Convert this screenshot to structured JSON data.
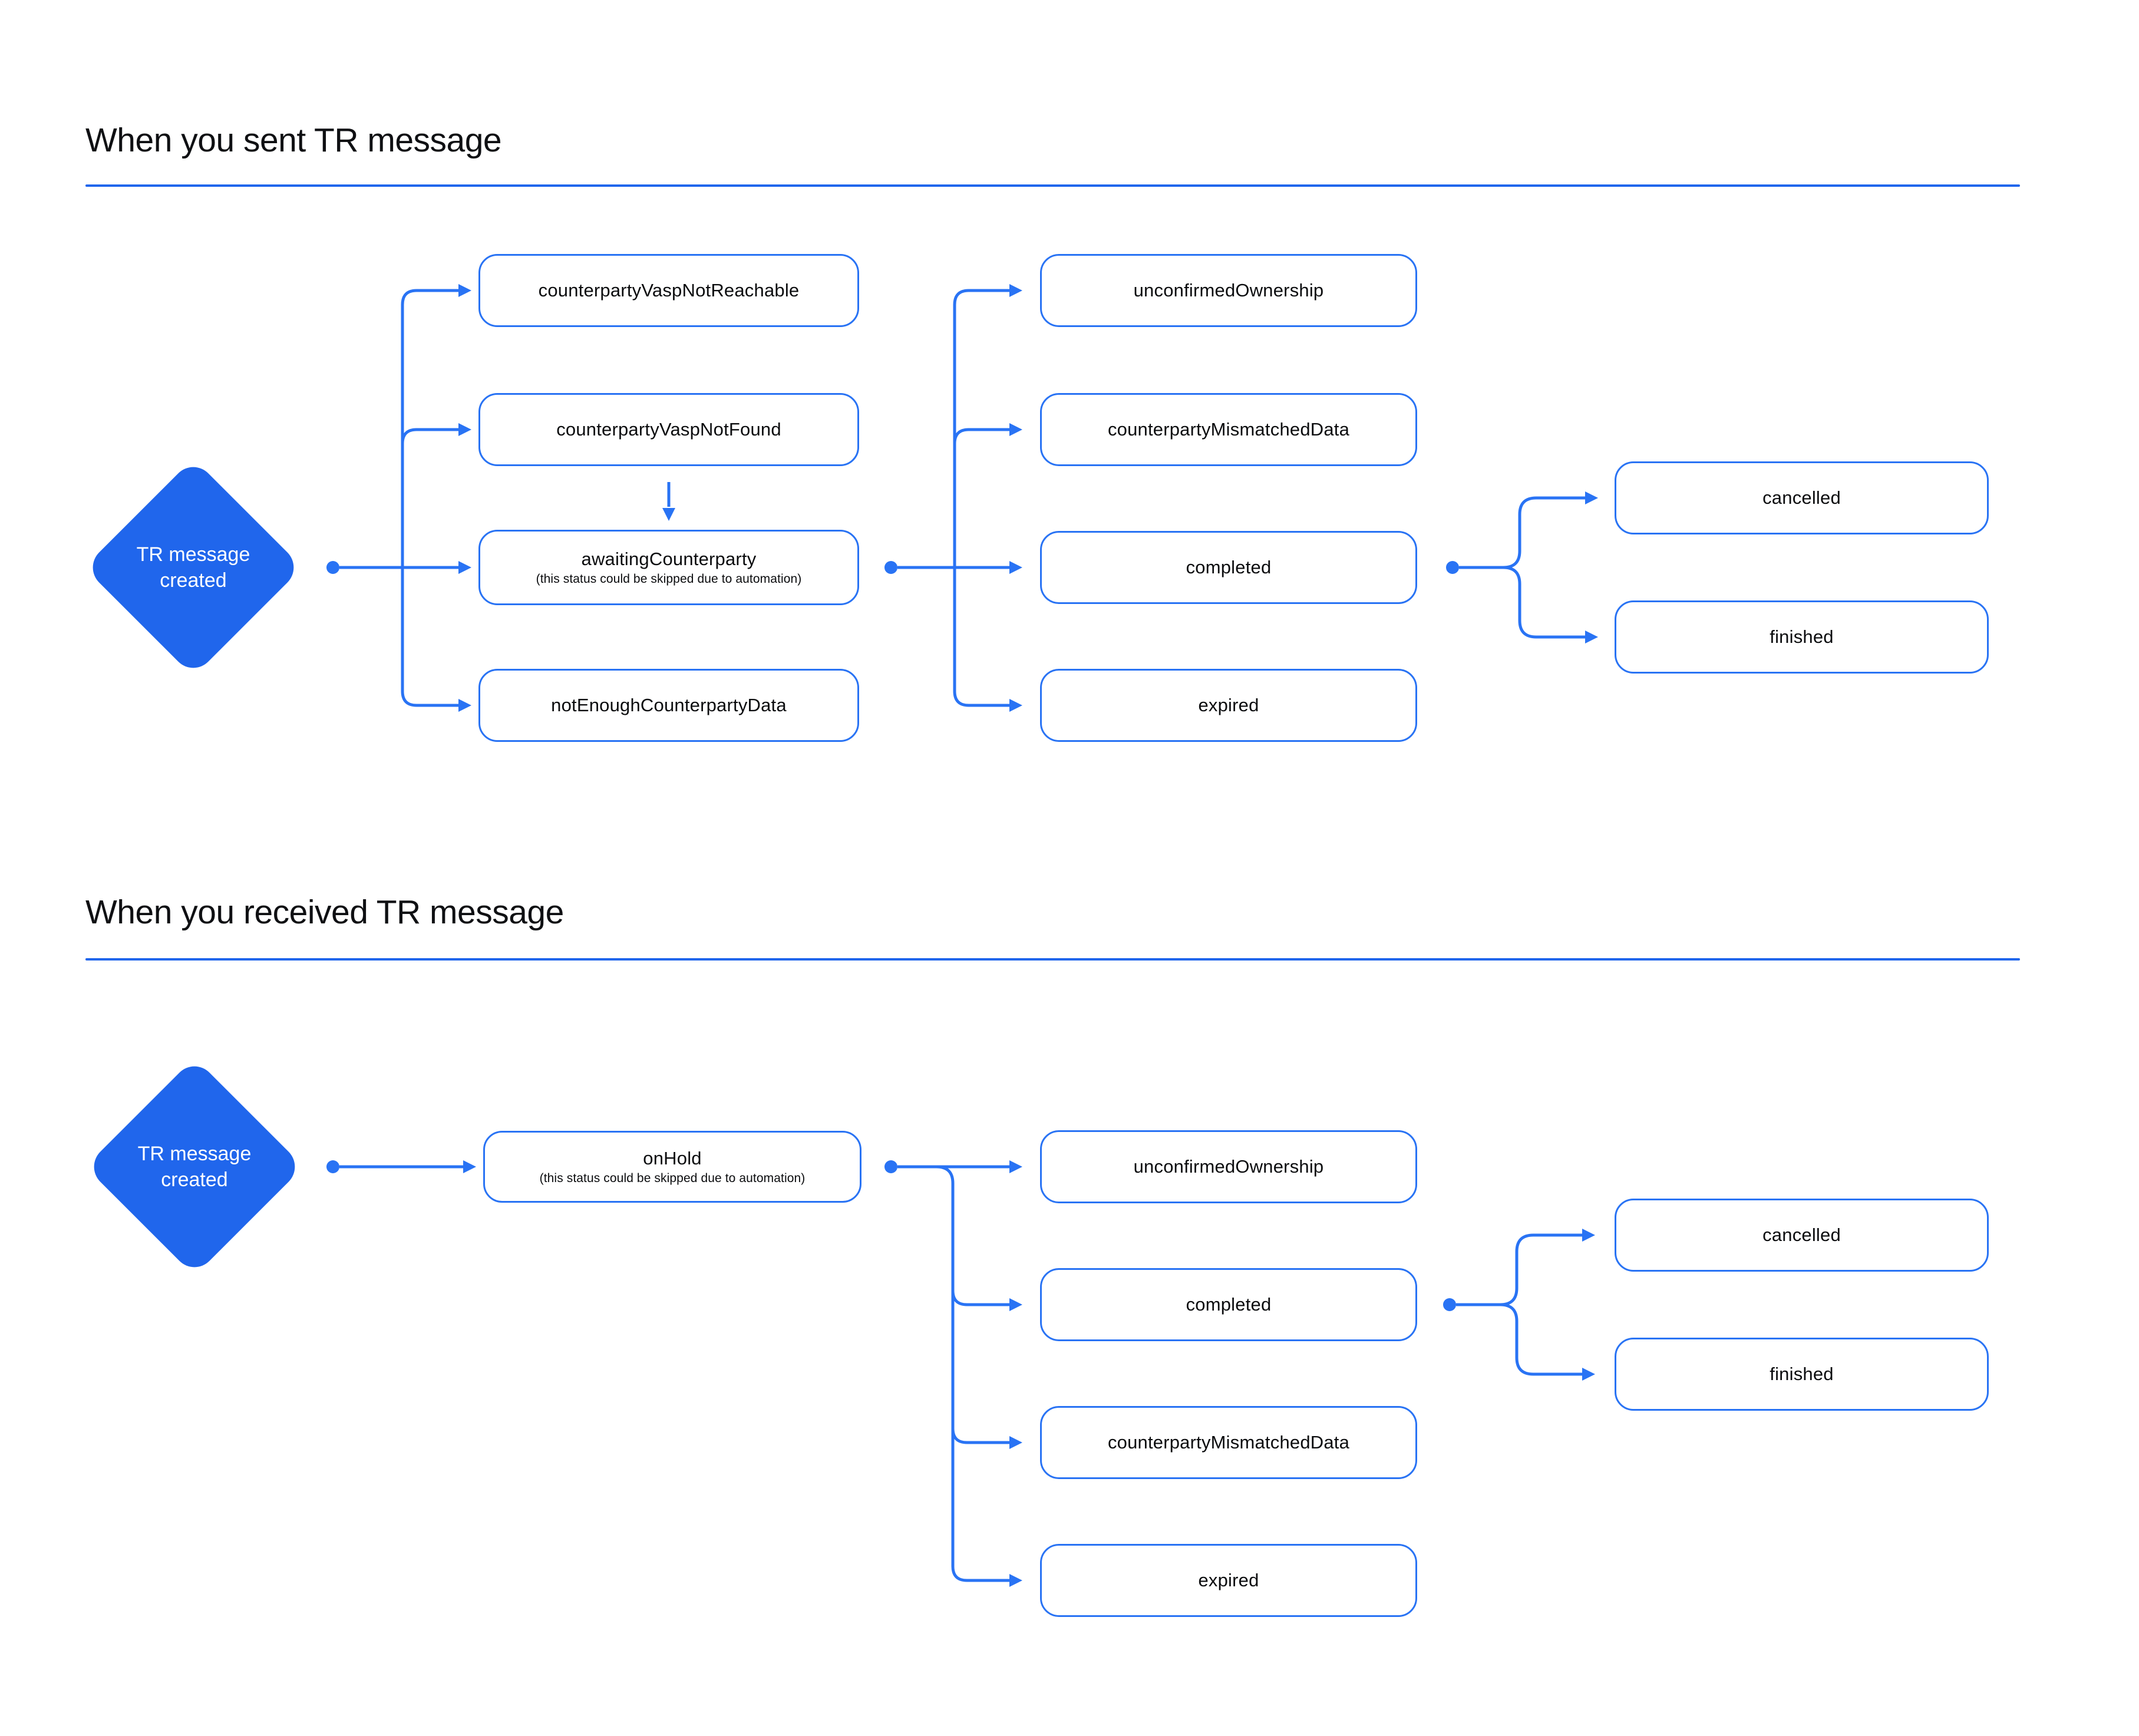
{
  "colors": {
    "brand_blue": "#2066EC",
    "line_blue": "#2973F4",
    "title_ink": "#0F1013",
    "node_text": "#0B0C0E",
    "diamond_text": "#FFFFFF",
    "background": "#FFFFFF"
  },
  "sent": {
    "title": "When you sent TR message",
    "diamond": {
      "line1": "TR message",
      "line2": "created"
    },
    "col1": [
      {
        "label": "counterpartyVaspNotReachable"
      },
      {
        "label": "counterpartyVaspNotFound"
      },
      {
        "label": "awaitingCounterparty",
        "sublabel": "(this status could be skipped due to automation)"
      },
      {
        "label": "notEnoughCounterpartyData"
      }
    ],
    "col2": [
      {
        "label": "unconfirmedOwnership"
      },
      {
        "label": "counterpartyMismatchedData"
      },
      {
        "label": "completed"
      },
      {
        "label": "expired"
      }
    ],
    "col3": [
      {
        "label": "cancelled"
      },
      {
        "label": "finished"
      }
    ]
  },
  "received": {
    "title": "When you received TR message",
    "diamond": {
      "line1": "TR message",
      "line2": "created"
    },
    "col1": [
      {
        "label": "onHold",
        "sublabel": "(this status could be skipped due to automation)"
      }
    ],
    "col2": [
      {
        "label": "unconfirmedOwnership"
      },
      {
        "label": "completed"
      },
      {
        "label": "counterpartyMismatchedData"
      },
      {
        "label": "expired"
      }
    ],
    "col3": [
      {
        "label": "cancelled"
      },
      {
        "label": "finished"
      }
    ]
  }
}
